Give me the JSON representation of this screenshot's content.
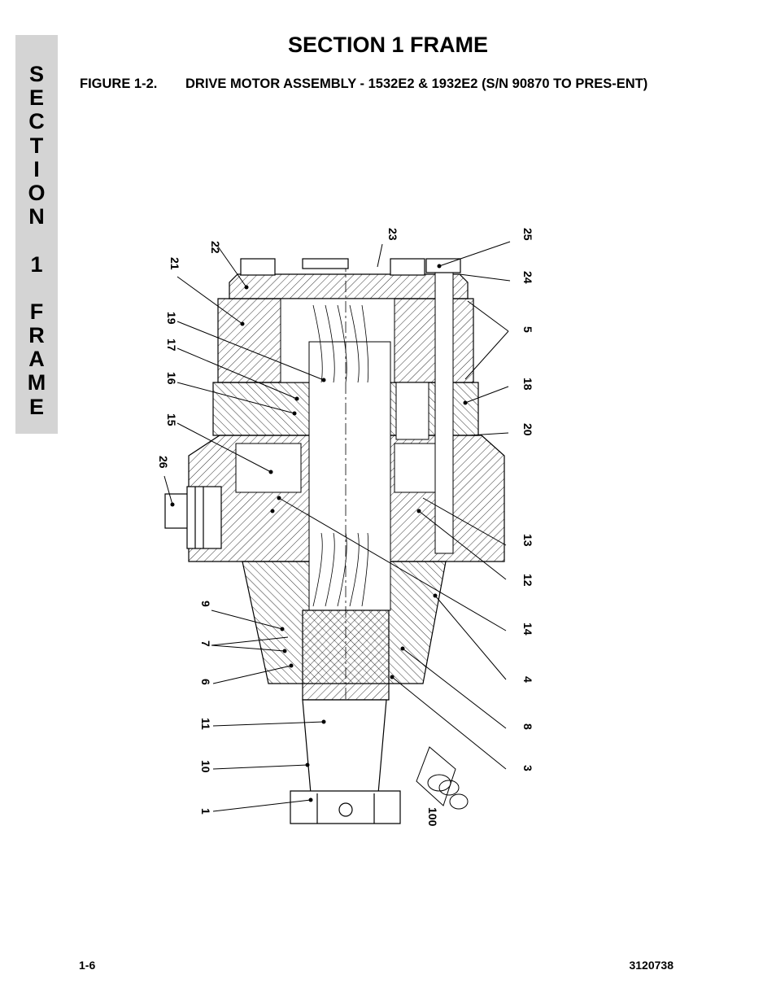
{
  "side_tab": {
    "letters": [
      "S",
      "E",
      "C",
      "T",
      "I",
      "O",
      "N",
      " ",
      "1",
      " ",
      "F",
      "R",
      "A",
      "M",
      "E"
    ]
  },
  "header": {
    "section_title": "SECTION 1  FRAME"
  },
  "figure": {
    "number": "FIGURE 1-2.",
    "title": "DRIVE MOTOR ASSEMBLY - 1532E2 & 1932E2 (S/N 90870 TO PRES-ENT)",
    "callouts": [
      "22",
      "21",
      "19",
      "17",
      "16",
      "15",
      "26",
      "23",
      "25",
      "24",
      "5",
      "18",
      "20",
      "13",
      "12",
      "14",
      "4",
      "9",
      "7",
      "6",
      "11",
      "10",
      "1",
      "100",
      "8",
      "3"
    ]
  },
  "footer": {
    "page_number": "1-6",
    "doc_number": "3120738"
  },
  "colors": {
    "side_tab_bg": "#d4d4d4",
    "ink": "#000000"
  }
}
